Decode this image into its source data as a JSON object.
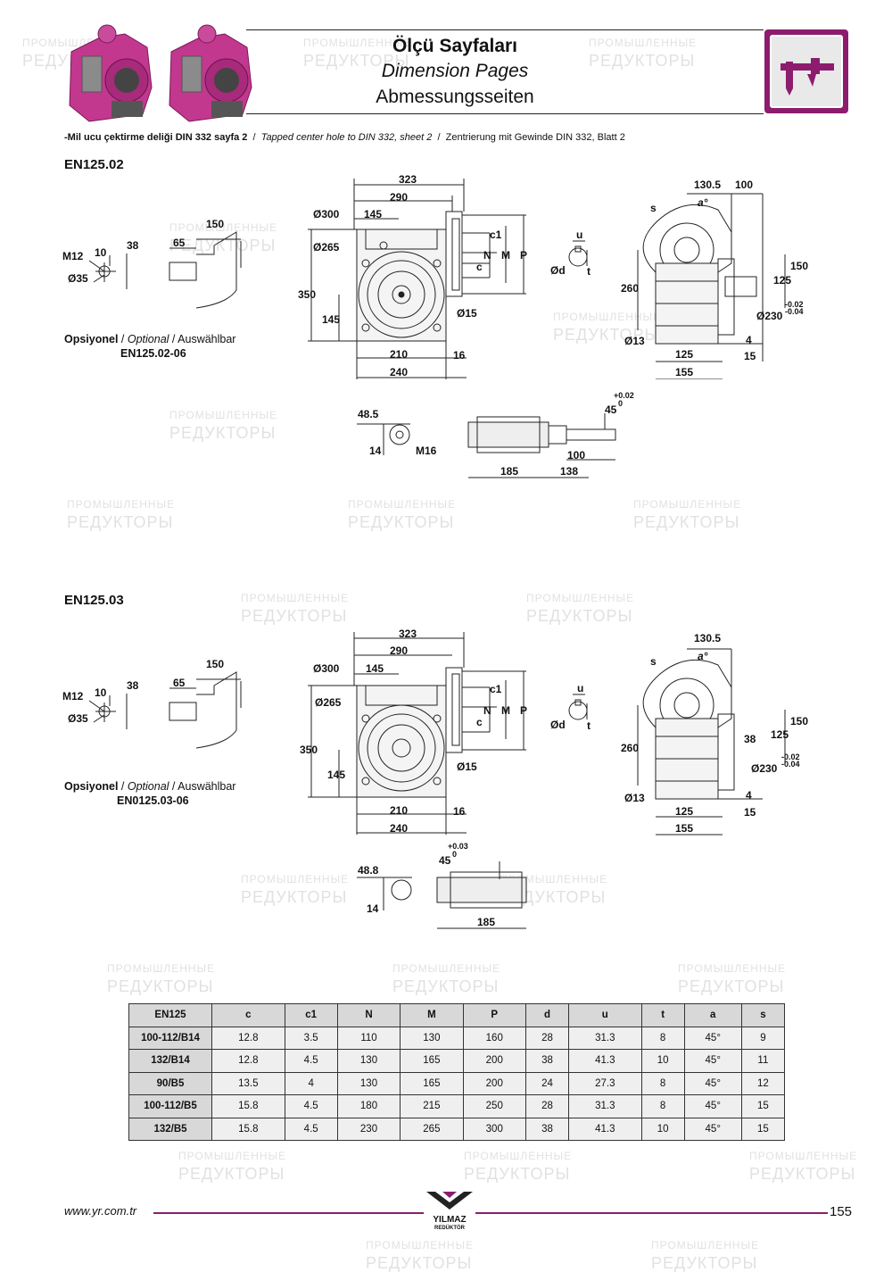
{
  "header": {
    "title_tr": "Ölçü Sayfaları",
    "title_en": "Dimension Pages",
    "title_de": "Abmessungsseiten",
    "icon": "caliper-icon",
    "accent_color": "#8c1d6e"
  },
  "note": {
    "tr": "-Mil ucu çektirme deliği DIN 332 sayfa 2",
    "en": "Tapped center hole to DIN 332, sheet 2",
    "de": "Zentrierung mit Gewinde DIN 332, Blatt 2",
    "sep": "/"
  },
  "section1": {
    "code": "EN125.02",
    "optional_tr": "Opsiyonel",
    "optional_en": "Optional",
    "optional_de": "Auswählbar",
    "optional_code": "EN125.02-06",
    "shaft": {
      "m12": "M12",
      "d10": "10",
      "d38": "38",
      "d35": "Ø35",
      "d65": "65",
      "d150": "150"
    },
    "front": {
      "d323": "323",
      "d290": "290",
      "d145t": "145",
      "d300": "Ø300",
      "d265": "Ø265",
      "d350": "350",
      "d145": "145",
      "d210": "210",
      "d240": "240",
      "d16": "16",
      "d15": "Ø15",
      "c1": "c1",
      "c": "c",
      "N": "N",
      "M": "M",
      "P": "P"
    },
    "key": {
      "u": "u",
      "d": "Ød",
      "t": "t"
    },
    "side": {
      "d1305": "130.5",
      "d100": "100",
      "s": "s",
      "a": "a°",
      "d260": "260",
      "d150": "150",
      "d125": "125",
      "d230": "Ø230",
      "tol_up": "-0.02",
      "tol_dn": "-0.04",
      "d13": "Ø13",
      "d4": "4",
      "d125b": "125",
      "d15": "15",
      "d155": "155"
    },
    "hollow": {
      "d485": "48.5",
      "d14": "14",
      "m16": "M16",
      "d45": "45",
      "tol_up": "+0.02",
      "tol_dn": "0",
      "d185": "185",
      "d138": "138",
      "d100": "100"
    }
  },
  "section2": {
    "code": "EN125.03",
    "optional_tr": "Opsiyonel",
    "optional_en": "Optional",
    "optional_de": "Auswählbar",
    "optional_code": "EN0125.03-06",
    "shaft": {
      "m12": "M12",
      "d10": "10",
      "d38": "38",
      "d35": "Ø35",
      "d65": "65",
      "d150": "150"
    },
    "front": {
      "d323": "323",
      "d290": "290",
      "d145t": "145",
      "d300": "Ø300",
      "d265": "Ø265",
      "d350": "350",
      "d145": "145",
      "d210": "210",
      "d240": "240",
      "d16": "16",
      "d15": "Ø15",
      "c1": "c1",
      "c": "c",
      "N": "N",
      "M": "M",
      "P": "P"
    },
    "key": {
      "u": "u",
      "d": "Ød",
      "t": "t"
    },
    "side": {
      "d1305": "130.5",
      "s": "s",
      "a": "a°",
      "d260": "260",
      "d150": "150",
      "d38": "38",
      "d125": "125",
      "d230": "Ø230",
      "tol_up": "-0.02",
      "tol_dn": "-0.04",
      "d13": "Ø13",
      "d4": "4",
      "d125b": "125",
      "d15": "15",
      "d155": "155"
    },
    "hollow": {
      "d488": "48.8",
      "d14": "14",
      "d45": "45",
      "tol_up": "+0.03",
      "tol_dn": "0",
      "d185": "185"
    }
  },
  "table": {
    "columns": [
      "EN125",
      "c",
      "c1",
      "N",
      "M",
      "P",
      "d",
      "u",
      "t",
      "a",
      "s"
    ],
    "rows": [
      {
        "label": "100-112/B14",
        "cells": [
          "12.8",
          "3.5",
          "110",
          "130",
          "160",
          "28",
          "31.3",
          "8",
          "45°",
          "9"
        ]
      },
      {
        "label": "132/B14",
        "cells": [
          "12.8",
          "4.5",
          "130",
          "165",
          "200",
          "38",
          "41.3",
          "10",
          "45°",
          "11"
        ]
      },
      {
        "label": "90/B5",
        "cells": [
          "13.5",
          "4",
          "130",
          "165",
          "200",
          "24",
          "27.3",
          "8",
          "45°",
          "12"
        ]
      },
      {
        "label": "100-112/B5",
        "cells": [
          "15.8",
          "4.5",
          "180",
          "215",
          "250",
          "28",
          "31.3",
          "8",
          "45°",
          "15"
        ]
      },
      {
        "label": "132/B5",
        "cells": [
          "15.8",
          "4.5",
          "230",
          "265",
          "300",
          "38",
          "41.3",
          "10",
          "45°",
          "15"
        ]
      }
    ]
  },
  "watermark": {
    "line1": "ПРОМЫШЛЕННЫЕ",
    "line2": "РЕДУКТОРЫ"
  },
  "footer": {
    "url": "www.yr.com.tr",
    "brand": "YILMAZ",
    "brand_sub": "REDÜKTÖR",
    "page": "155"
  }
}
